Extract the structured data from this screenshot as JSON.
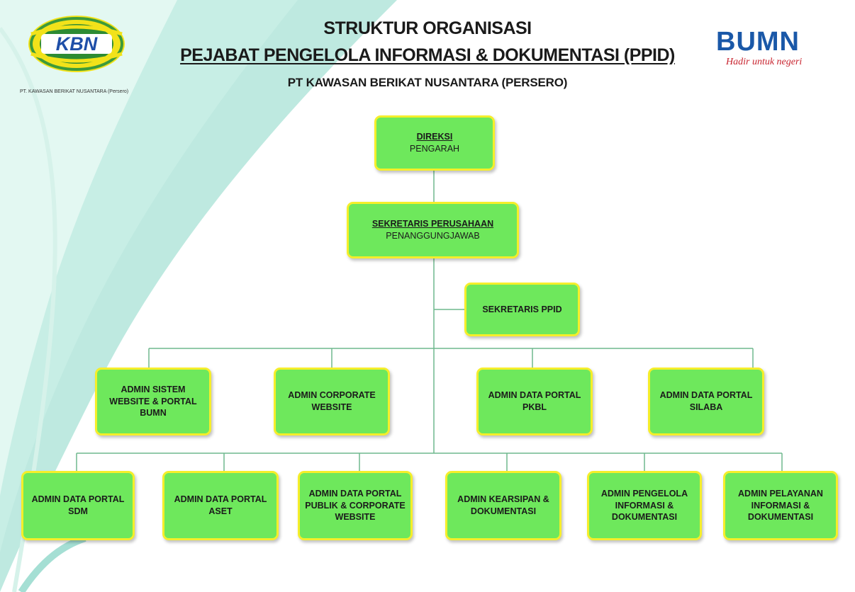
{
  "header": {
    "line1": "STRUKTUR ORGANISASI",
    "line2": "PEJABAT PENGELOLA INFORMASI & DOKUMENTASI (PPID)",
    "line3": "PT KAWASAN BERIKAT NUSANTARA (PERSERO)"
  },
  "logos": {
    "kbn": {
      "text": "KBN",
      "caption": "PT. KAWASAN BERIKAT NUSANTARA (Persero)"
    },
    "bumn": {
      "text": "BUMN",
      "tagline": "Hadir untuk negeri"
    }
  },
  "colors": {
    "box_fill": "#6ee85c",
    "box_border": "#f5ee2a",
    "connector": "#6fb88e",
    "bumn_blue": "#1a58a8",
    "bumn_red": "#c8242f",
    "kbn_blue": "#1f4fa8",
    "kbn_yellow": "#f2e21a"
  },
  "org": {
    "direksi": {
      "title": "DIREKSI",
      "sub": "PENGARAH"
    },
    "sekper": {
      "title": "SEKRETARIS PERUSAHAAN",
      "sub": "PENANGGUNGJAWAB"
    },
    "sekretaris_ppid": "SEKRETARIS PPID",
    "row1": [
      "ADMIN SISTEM WEBSITE & PORTAL  BUMN",
      "ADMIN CORPORATE WEBSITE",
      "ADMIN DATA PORTAL PKBL",
      "ADMIN DATA PORTAL SILABA"
    ],
    "row2": [
      "ADMIN DATA PORTAL SDM",
      "ADMIN DATA PORTAL ASET",
      "ADMIN DATA PORTAL PUBLIK & CORPORATE WEBSITE",
      "ADMIN KEARSIPAN & DOKUMENTASI",
      "ADMIN PENGELOLA INFORMASI & DOKUMENTASI",
      "ADMIN PELAYANAN INFORMASI & DOKUMENTASI"
    ]
  }
}
